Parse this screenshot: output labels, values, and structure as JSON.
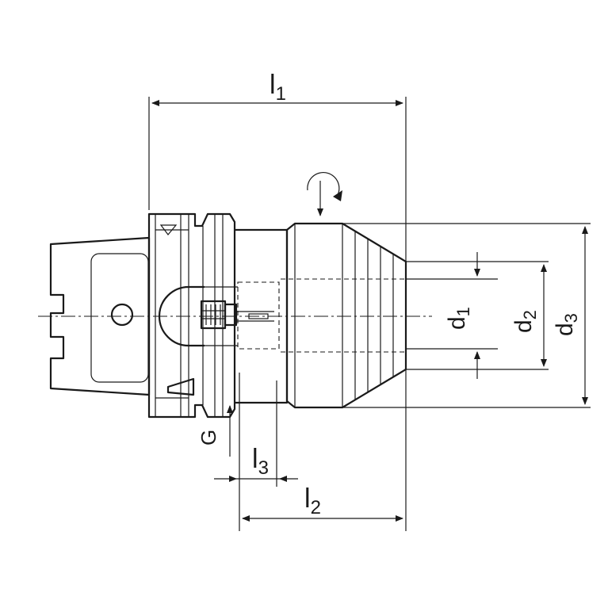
{
  "labels": {
    "l1": {
      "main": "l",
      "sub": "1"
    },
    "l2": {
      "main": "l",
      "sub": "2"
    },
    "l3": {
      "main": "l",
      "sub": "3"
    },
    "d1": {
      "main": "d",
      "sub": "1"
    },
    "d2": {
      "main": "d",
      "sub": "2"
    },
    "d3": {
      "main": "d",
      "sub": "3"
    },
    "g": "G"
  }
}
